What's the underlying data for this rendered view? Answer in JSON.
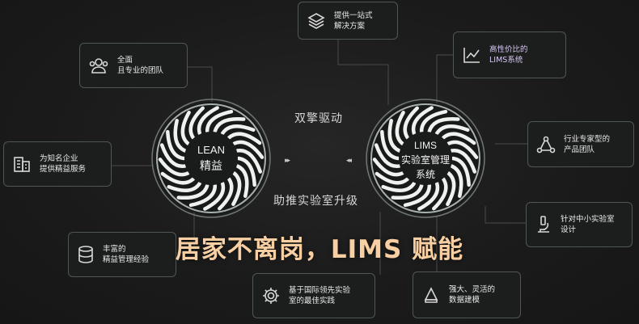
{
  "left_fan": {
    "line1": "LEAN",
    "line2": "精益"
  },
  "right_fan": {
    "line1": "LIMS",
    "line2": "实验室管理",
    "line3": "系统"
  },
  "center": {
    "top": "双擎驱动",
    "bottom": "助推实验室升级"
  },
  "banner": "居家不离岗，LIMS 赋能",
  "arrows": {
    "left": "▸▸",
    "right": "◂◂"
  },
  "boxes": {
    "team": {
      "l1": "全面",
      "l2": "且专业的团队",
      "icon": "people-icon"
    },
    "famous": {
      "l1": "为知名企业",
      "l2": "提供精益服务",
      "icon": "building-icon"
    },
    "experience": {
      "l1": "丰富的",
      "l2": "精益管理经验",
      "icon": "database-icon"
    },
    "solution": {
      "l1": "提供一站式",
      "l2": "解决方案",
      "icon": "layers-icon"
    },
    "cost": {
      "l1": "高性价比的",
      "l2": "LIMS系统",
      "icon": "chart-icon"
    },
    "expert": {
      "l1": "行业专家型的",
      "l2": "产品团队",
      "icon": "network-icon"
    },
    "smalllab": {
      "l1": "针对中小实验室",
      "l2": "设计",
      "icon": "microscope-icon"
    },
    "bestpractice": {
      "l1": "基于国际领先实验",
      "l2": "室的最佳实践",
      "icon": "gear-icon"
    },
    "flexible": {
      "l1": "强大、灵活的",
      "l2": "数据建模",
      "icon": "model-icon"
    }
  }
}
